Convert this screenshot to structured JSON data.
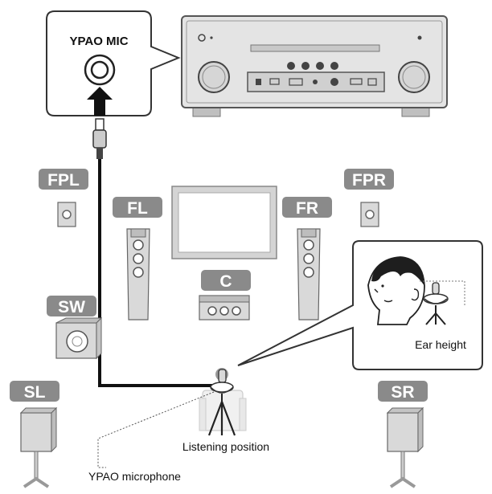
{
  "mic_callout": {
    "title": "YPAO MIC"
  },
  "speakers": {
    "fpl": "FPL",
    "fpr": "FPR",
    "fl": "FL",
    "fr": "FR",
    "c": "C",
    "sw": "SW",
    "sl": "SL",
    "sr": "SR"
  },
  "labels": {
    "ear_height": "Ear height",
    "listening_position": "Listening position",
    "ypao_microphone": "YPAO microphone"
  },
  "colors": {
    "badge": "#8a8a8a",
    "speaker_fill": "#d9d9d9",
    "outline": "#555555",
    "cable": "#111111"
  }
}
